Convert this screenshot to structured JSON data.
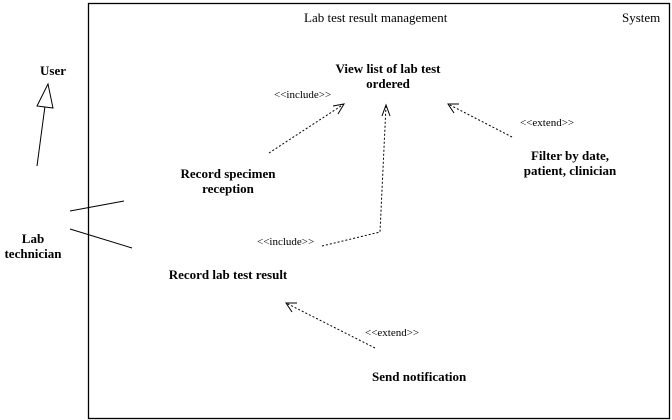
{
  "diagram": {
    "type": "use-case",
    "system_boundary_label": "System",
    "system_title": "Lab test result management",
    "actors": [
      {
        "id": "user",
        "label": "User"
      },
      {
        "id": "lab_technician",
        "label": "Lab technician",
        "lines": [
          "Lab",
          "technician"
        ]
      }
    ],
    "use_cases": [
      {
        "id": "view_list",
        "lines": [
          "View list of lab test",
          "ordered"
        ]
      },
      {
        "id": "record_specimen",
        "lines": [
          "Record specimen",
          "reception"
        ]
      },
      {
        "id": "filter",
        "lines": [
          "Filter by date,",
          "patient, clinician"
        ]
      },
      {
        "id": "record_result",
        "lines": [
          "Record lab test result"
        ]
      },
      {
        "id": "send_notification",
        "lines": [
          "Send notification"
        ]
      }
    ],
    "relationships": [
      {
        "type": "generalization",
        "from": "lab_technician",
        "to": "user"
      },
      {
        "type": "association",
        "from": "lab_technician",
        "to": "record_specimen"
      },
      {
        "type": "association",
        "from": "lab_technician",
        "to": "record_result"
      },
      {
        "type": "include",
        "label": "<<include>>",
        "from": "record_specimen",
        "to": "view_list"
      },
      {
        "type": "include",
        "label": "<<include>>",
        "from": "record_result",
        "to": "view_list"
      },
      {
        "type": "extend",
        "label": "<<extend>>",
        "from": "filter",
        "to": "view_list"
      },
      {
        "type": "extend",
        "label": "<<extend>>",
        "from": "send_notification",
        "to": "record_result"
      }
    ]
  }
}
